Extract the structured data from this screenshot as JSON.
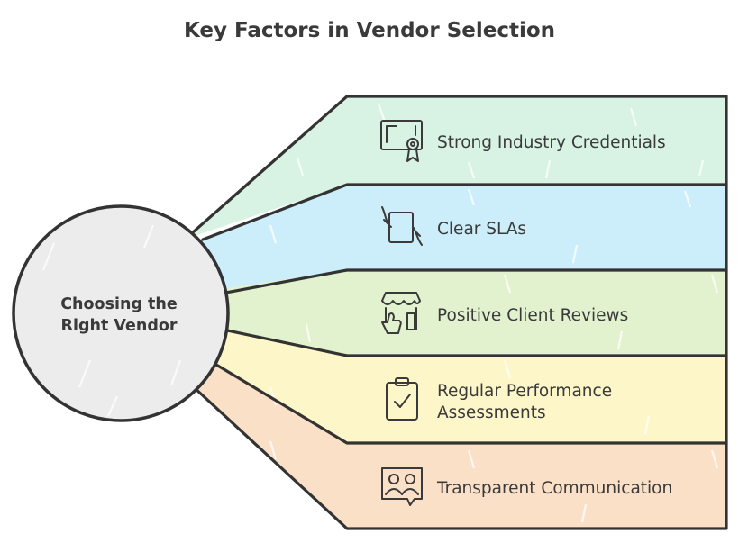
{
  "title": "Key Factors in Vendor Selection",
  "center": {
    "line1": "Choosing the",
    "line2": "Right Vendor",
    "fill": "#ececec"
  },
  "factors": [
    {
      "line1": "Strong Industry Credentials",
      "line2": "",
      "icon": "certificate-icon",
      "fill": "#d8f3e3"
    },
    {
      "line1": "Clear SLAs",
      "line2": "",
      "icon": "document-handshake-icon",
      "fill": "#cceefb"
    },
    {
      "line1": "Positive Client Reviews",
      "line2": "",
      "icon": "storefront-thumbs-up-icon",
      "fill": "#e2f2cf"
    },
    {
      "line1": "Regular Performance",
      "line2": "Assessments",
      "icon": "clipboard-check-icon",
      "fill": "#fdf6c9"
    },
    {
      "line1": "Transparent Communication",
      "line2": "",
      "icon": "people-chat-icon",
      "fill": "#fbe0c8"
    }
  ]
}
